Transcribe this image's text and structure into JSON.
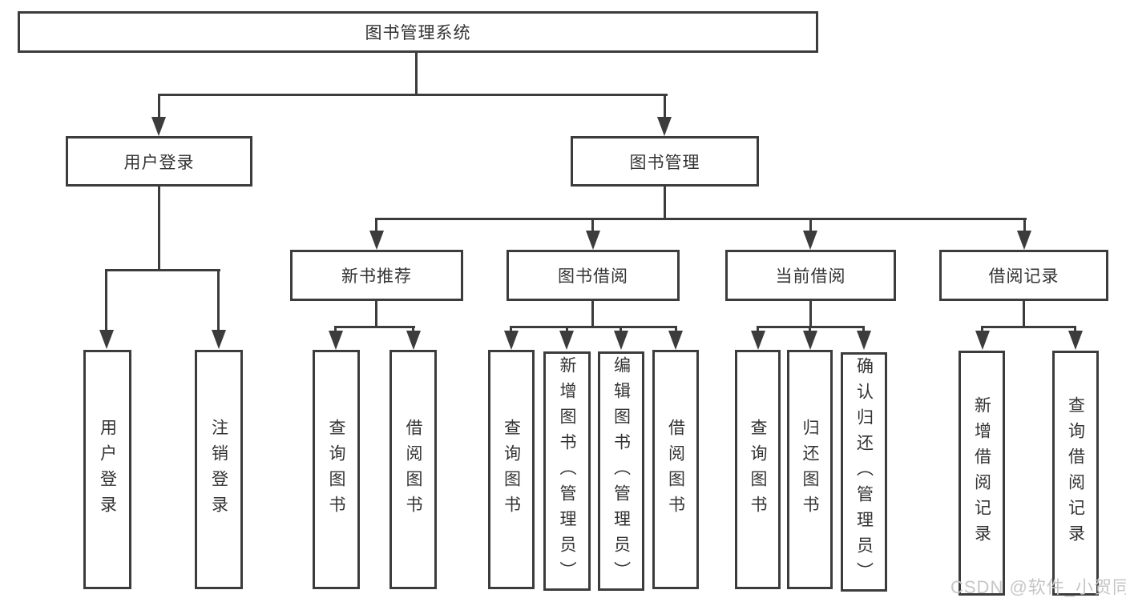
{
  "tree": {
    "root": {
      "label": "图书管理系统"
    },
    "level2": [
      {
        "label": "用户登录",
        "children": [
          {
            "label": "用户登录"
          },
          {
            "label": "注销登录"
          }
        ]
      },
      {
        "label": "图书管理",
        "children": [
          {
            "label": "新书推荐",
            "children": [
              {
                "label": "查询图书"
              },
              {
                "label": "借阅图书"
              }
            ]
          },
          {
            "label": "图书借阅",
            "children": [
              {
                "label": "查询图书"
              },
              {
                "label": "新增图书（管理员）"
              },
              {
                "label": "编辑图书（管理员）"
              },
              {
                "label": "借阅图书"
              }
            ]
          },
          {
            "label": "当前借阅",
            "children": [
              {
                "label": "查询图书"
              },
              {
                "label": "归还图书"
              },
              {
                "label": "确认归还（管理员）"
              }
            ]
          },
          {
            "label": "借阅记录",
            "children": [
              {
                "label": "新增借阅记录"
              },
              {
                "label": "查询借阅记录"
              }
            ]
          }
        ]
      }
    ]
  },
  "watermark": "CSDN @软件_小贺同学",
  "colors": {
    "line": "#3c3c3c",
    "text": "#333333",
    "watermark": "#c6c6c6",
    "background": "#ffffff"
  }
}
